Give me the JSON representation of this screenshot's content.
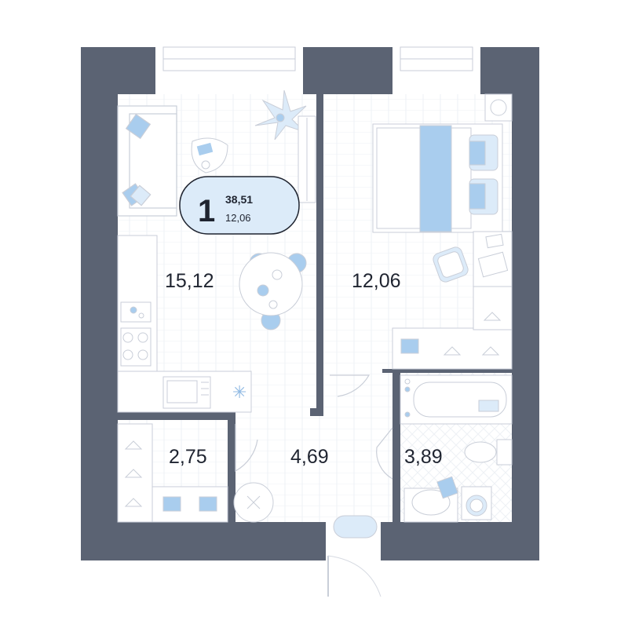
{
  "colors": {
    "wall": "#5b6373",
    "floor": "#ffffff",
    "floor_lines": "#e3e7ee",
    "furniture_stroke": "#c9ced8",
    "accent": "#a9cdee",
    "accent_dark": "#8fb9e3",
    "badge_fill": "#dcebf9",
    "text": "#1f2430"
  },
  "badge": {
    "rooms": "1",
    "total_area": "38,51",
    "living_area": "12,06"
  },
  "rooms": [
    {
      "id": "kitchen-living",
      "area": "15,12"
    },
    {
      "id": "bedroom",
      "area": "12,06"
    },
    {
      "id": "wardrobe",
      "area": "2,75"
    },
    {
      "id": "hallway",
      "area": "4,69"
    },
    {
      "id": "bathroom",
      "area": "3,89"
    }
  ]
}
